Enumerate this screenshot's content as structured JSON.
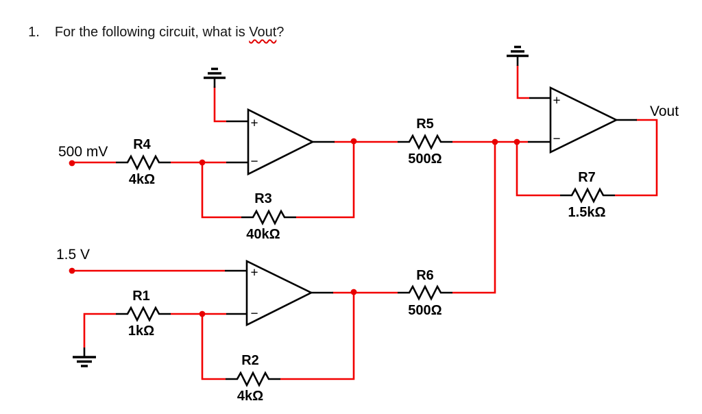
{
  "question": {
    "number": "1.",
    "text_before": "For the following circuit, what is ",
    "misspelled_word": "Vout",
    "text_after": "?"
  },
  "circuit": {
    "source1_label": "500 mV",
    "source2_label": "1.5 V",
    "output_label": "Vout",
    "opamp_plus": "+",
    "opamp_minus": "−",
    "resistors": {
      "r1": {
        "name": "R1",
        "value": "1kΩ"
      },
      "r2": {
        "name": "R2",
        "value": "4kΩ"
      },
      "r3": {
        "name": "R3",
        "value": "40kΩ"
      },
      "r4": {
        "name": "R4",
        "value": "4kΩ"
      },
      "r5": {
        "name": "R5",
        "value": "500Ω"
      },
      "r6": {
        "name": "R6",
        "value": "500Ω"
      },
      "r7": {
        "name": "R7",
        "value": "1.5kΩ"
      }
    },
    "colors": {
      "wire": "#f20000",
      "junction_dot": "#e80000",
      "component": "#000000",
      "misspell_underline": "#e00000"
    }
  }
}
